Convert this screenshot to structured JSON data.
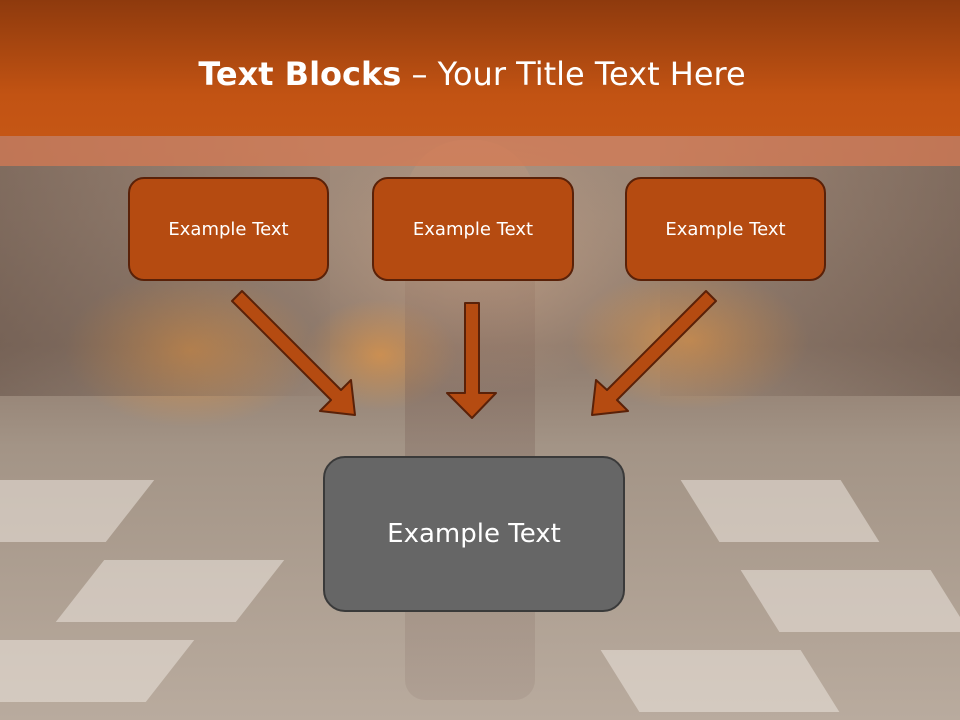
{
  "slide": {
    "title_bold": "Text Blocks",
    "title_dash": " – ",
    "title_rest": "Your Title Text Here"
  },
  "blocks": [
    {
      "label": "Example Text"
    },
    {
      "label": "Example Text"
    },
    {
      "label": "Example Text"
    }
  ],
  "center_block": {
    "label": "Example Text"
  },
  "colors": {
    "header": "#c25313",
    "block_fill": "#b54b11",
    "block_border": "#5a2108",
    "center_fill": "#666666",
    "arrow": "#b54b11"
  }
}
